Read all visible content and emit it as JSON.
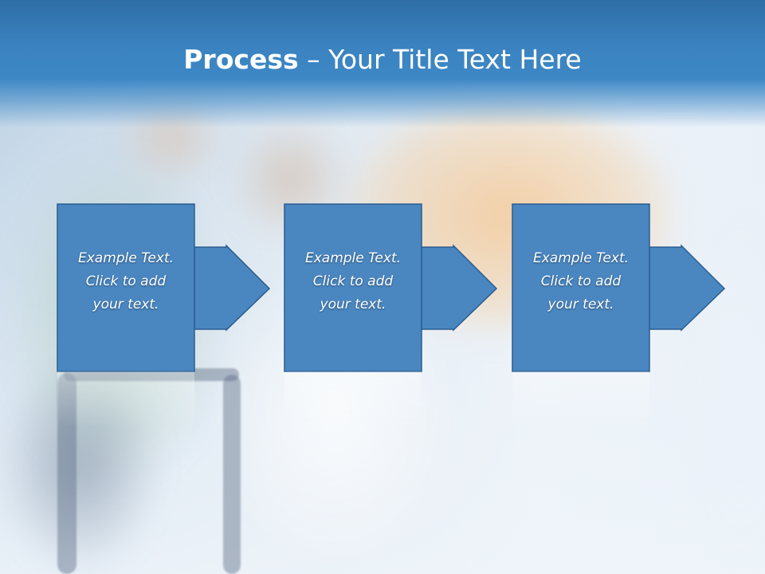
{
  "slide": {
    "title_bold": "Process",
    "title_rest": " – Your Title Text Here"
  },
  "steps": [
    {
      "line1": "Example Text.",
      "line2": "Click  to add",
      "line3": "your text."
    },
    {
      "line1": "Example Text.",
      "line2": "Click  to add",
      "line3": "your text."
    },
    {
      "line1": "Example Text.",
      "line2": "Click  to add",
      "line3": "your text."
    }
  ],
  "colors": {
    "box_fill": "#4a87c1",
    "box_stroke": "#2a5d8f",
    "arrow_fill": "#4a87c1",
    "title_bar": "#3a82c0",
    "title_text": "#ffffff",
    "step_text": "#ffffff"
  }
}
